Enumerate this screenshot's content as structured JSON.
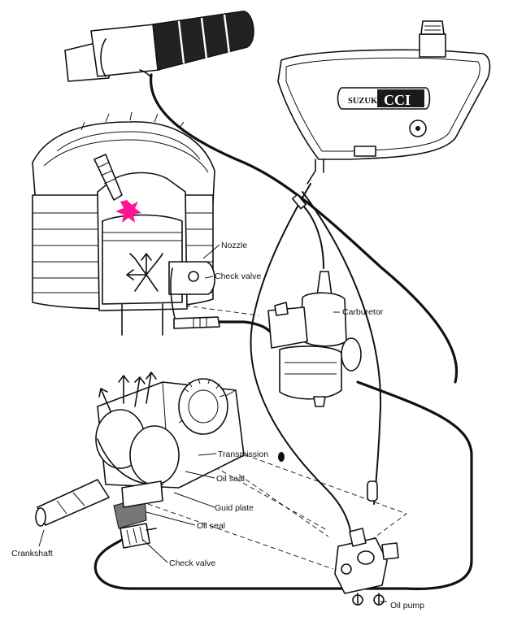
{
  "brand": {
    "suzuki": "SUZUKI",
    "cci": "CCI"
  },
  "labels": {
    "nozzle": "Nozzle",
    "check_valve_top": "Check valve",
    "carburetor": "Carburetor",
    "transmission": "Transmission",
    "oil_seal_upper": "Oil seal",
    "guid_plate": "Guid plate",
    "oil_seal_lower": "Oil seal",
    "crankshaft": "Crankshaft",
    "check_valve_bottom": "Check valve",
    "oil_pump": "Oil pump"
  },
  "colors": {
    "ink": "#111111",
    "spark": "#ff1493",
    "paper": "#ffffff"
  }
}
